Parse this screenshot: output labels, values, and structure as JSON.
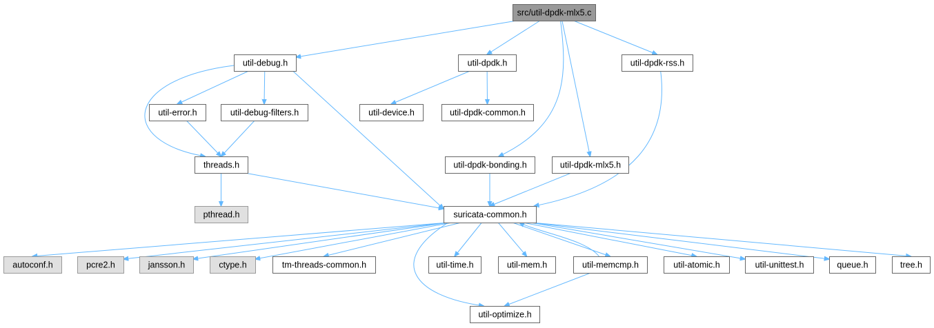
{
  "colors": {
    "edge": "#63b8ff",
    "main_fill": "#999999",
    "external_fill": "#e0e0e0",
    "node_fill": "#ffffff",
    "node_border": "#666666"
  },
  "nodes": [
    {
      "id": "main",
      "label": "src/util-dpdk-mlx5.c",
      "kind": "main"
    },
    {
      "id": "util_debug",
      "label": "util-debug.h",
      "kind": "normal"
    },
    {
      "id": "util_dpdk",
      "label": "util-dpdk.h",
      "kind": "normal"
    },
    {
      "id": "util_dpdk_rss",
      "label": "util-dpdk-rss.h",
      "kind": "normal"
    },
    {
      "id": "util_error",
      "label": "util-error.h",
      "kind": "normal"
    },
    {
      "id": "util_debug_filters",
      "label": "util-debug-filters.h",
      "kind": "normal"
    },
    {
      "id": "util_device",
      "label": "util-device.h",
      "kind": "normal"
    },
    {
      "id": "util_dpdk_common",
      "label": "util-dpdk-common.h",
      "kind": "normal"
    },
    {
      "id": "threads",
      "label": "threads.h",
      "kind": "normal"
    },
    {
      "id": "util_dpdk_bonding",
      "label": "util-dpdk-bonding.h",
      "kind": "normal"
    },
    {
      "id": "util_dpdk_mlx5",
      "label": "util-dpdk-mlx5.h",
      "kind": "normal"
    },
    {
      "id": "pthread",
      "label": "pthread.h",
      "kind": "external"
    },
    {
      "id": "suricata_common",
      "label": "suricata-common.h",
      "kind": "normal"
    },
    {
      "id": "autoconf",
      "label": "autoconf.h",
      "kind": "external"
    },
    {
      "id": "pcre2",
      "label": "pcre2.h",
      "kind": "external"
    },
    {
      "id": "jansson",
      "label": "jansson.h",
      "kind": "external"
    },
    {
      "id": "ctype",
      "label": "ctype.h",
      "kind": "external"
    },
    {
      "id": "tm_threads_common",
      "label": "tm-threads-common.h",
      "kind": "normal"
    },
    {
      "id": "util_time",
      "label": "util-time.h",
      "kind": "normal"
    },
    {
      "id": "util_mem",
      "label": "util-mem.h",
      "kind": "normal"
    },
    {
      "id": "util_memcmp",
      "label": "util-memcmp.h",
      "kind": "normal"
    },
    {
      "id": "util_atomic",
      "label": "util-atomic.h",
      "kind": "normal"
    },
    {
      "id": "util_unittest",
      "label": "util-unittest.h",
      "kind": "normal"
    },
    {
      "id": "queue",
      "label": "queue.h",
      "kind": "normal"
    },
    {
      "id": "tree",
      "label": "tree.h",
      "kind": "normal"
    },
    {
      "id": "util_optimize",
      "label": "util-optimize.h",
      "kind": "normal"
    }
  ],
  "edges": [
    {
      "from": "main",
      "to": "util_debug"
    },
    {
      "from": "main",
      "to": "util_dpdk"
    },
    {
      "from": "main",
      "to": "util_dpdk_rss"
    },
    {
      "from": "main",
      "to": "util_dpdk_bonding"
    },
    {
      "from": "main",
      "to": "util_dpdk_mlx5"
    },
    {
      "from": "util_debug",
      "to": "util_error"
    },
    {
      "from": "util_debug",
      "to": "util_debug_filters"
    },
    {
      "from": "util_debug",
      "to": "threads"
    },
    {
      "from": "util_debug",
      "to": "suricata_common"
    },
    {
      "from": "util_error",
      "to": "threads"
    },
    {
      "from": "util_debug_filters",
      "to": "threads"
    },
    {
      "from": "util_dpdk",
      "to": "util_device"
    },
    {
      "from": "util_dpdk",
      "to": "util_dpdk_common"
    },
    {
      "from": "util_dpdk_rss",
      "to": "suricata_common"
    },
    {
      "from": "threads",
      "to": "pthread"
    },
    {
      "from": "threads",
      "to": "suricata_common"
    },
    {
      "from": "util_dpdk_bonding",
      "to": "suricata_common"
    },
    {
      "from": "util_dpdk_mlx5",
      "to": "suricata_common"
    },
    {
      "from": "suricata_common",
      "to": "autoconf"
    },
    {
      "from": "suricata_common",
      "to": "pcre2"
    },
    {
      "from": "suricata_common",
      "to": "jansson"
    },
    {
      "from": "suricata_common",
      "to": "ctype"
    },
    {
      "from": "suricata_common",
      "to": "tm_threads_common"
    },
    {
      "from": "suricata_common",
      "to": "util_time"
    },
    {
      "from": "suricata_common",
      "to": "util_mem"
    },
    {
      "from": "suricata_common",
      "to": "util_memcmp"
    },
    {
      "from": "suricata_common",
      "to": "util_atomic"
    },
    {
      "from": "suricata_common",
      "to": "util_unittest"
    },
    {
      "from": "suricata_common",
      "to": "queue"
    },
    {
      "from": "suricata_common",
      "to": "tree"
    },
    {
      "from": "suricata_common",
      "to": "util_optimize"
    },
    {
      "from": "util_memcmp",
      "to": "suricata_common"
    },
    {
      "from": "util_memcmp",
      "to": "util_optimize"
    }
  ]
}
